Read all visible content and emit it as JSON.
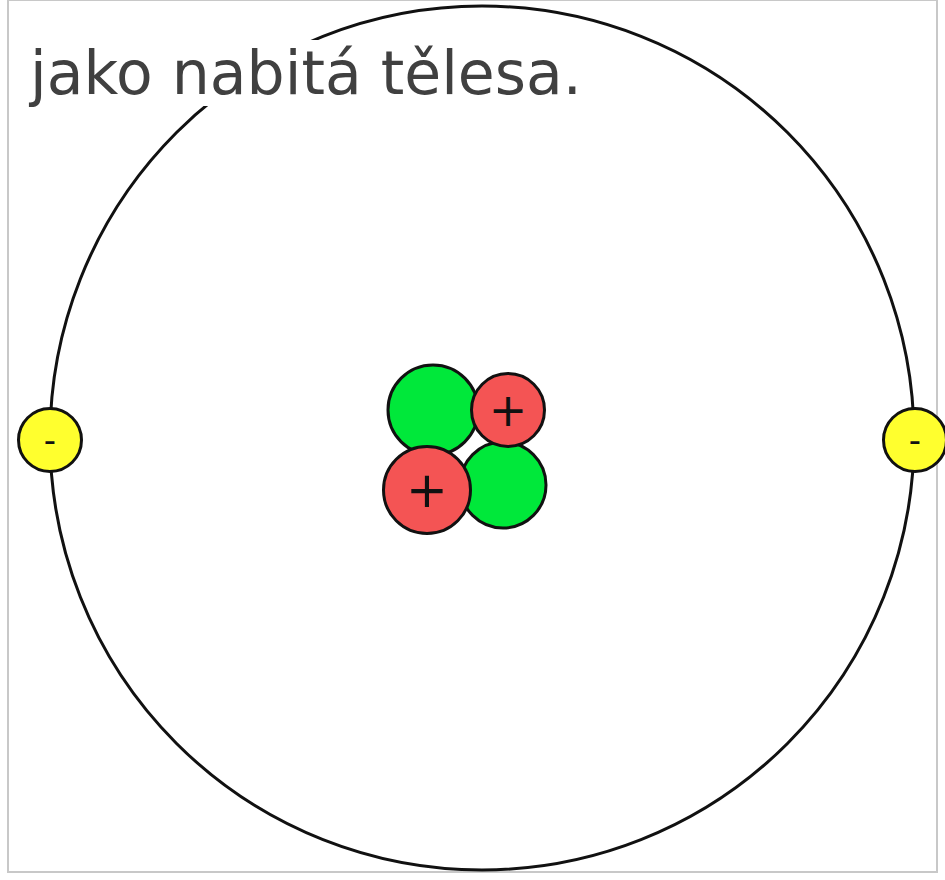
{
  "diagram": {
    "nodes": [
      {
        "text": [
          "+"
        ]
      },
      {
        "text": [
          "-"
        ]
      },
      {
        "text": [
          "-"
        ]
      },
      {
        "text": [
          "+"
        ]
      }
    ],
    "labels": [
      "jako nabitá tělesa."
    ]
  }
}
